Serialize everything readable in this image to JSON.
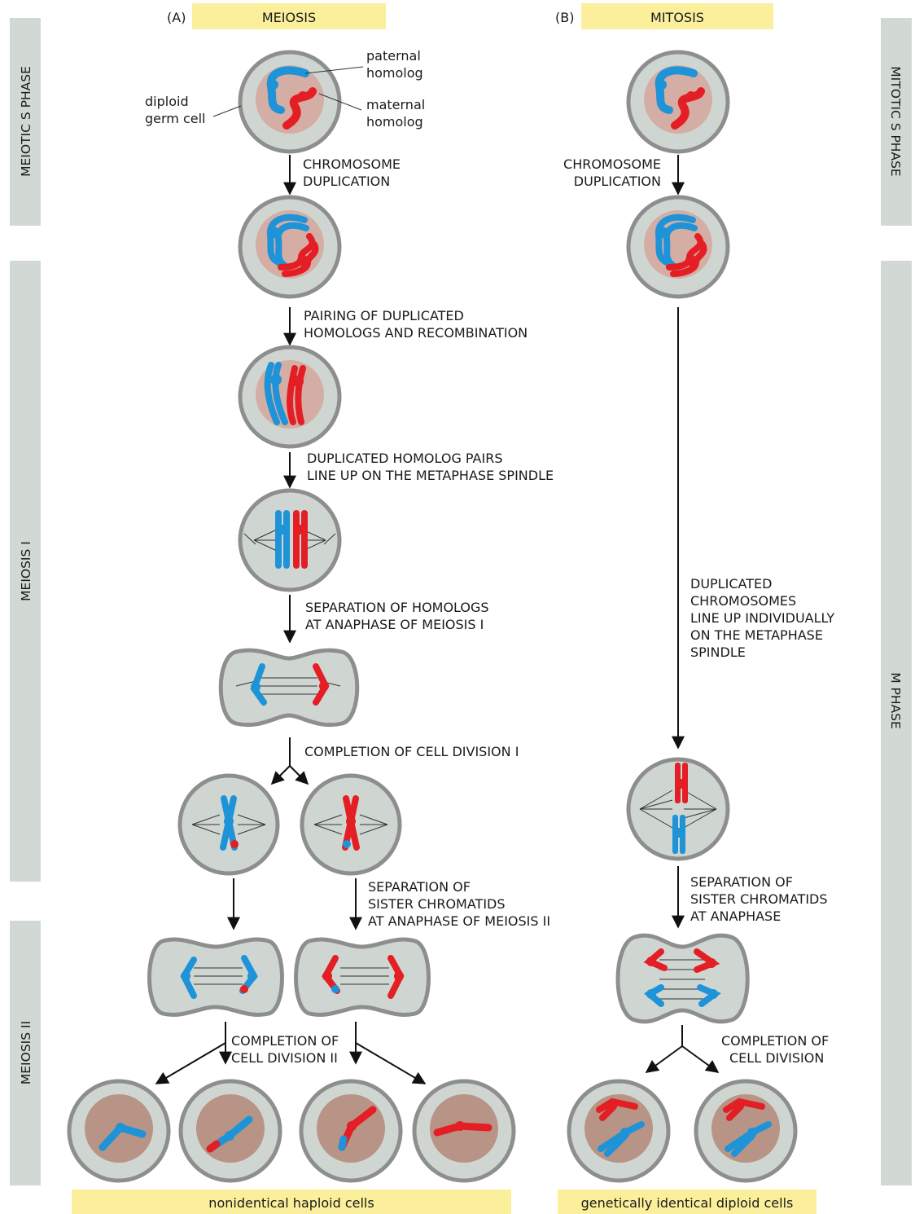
{
  "colors": {
    "cell_fill": "#cfd6d1",
    "cell_outline": "#8e8e8e",
    "nucleus": "#d4aea5",
    "nucleus_dark": "#b89486",
    "paternal_blue": "#1e93d8",
    "maternal_red": "#e31e24",
    "highlight_yellow": "#fbef9b",
    "phase_bar": "#d2d9d4"
  },
  "headers": {
    "a_tag": "(A)",
    "a_title": "MEIOSIS",
    "b_tag": "(B)",
    "b_title": "MITOSIS"
  },
  "phase_bars": {
    "meiotic_s": "MEIOTIC S PHASE",
    "meiosis_1": "MEIOSIS I",
    "meiosis_2": "MEIOSIS II",
    "mitotic_s": "MITOTIC S PHASE",
    "m_phase": "M PHASE"
  },
  "cell_labels": {
    "paternal": [
      "paternal",
      "homolog"
    ],
    "maternal": [
      "maternal",
      "homolog"
    ],
    "germ": [
      "diploid",
      "germ cell"
    ]
  },
  "steps": {
    "meiosis": {
      "dup": [
        "CHROMOSOME",
        "DUPLICATION"
      ],
      "pairing": [
        "PAIRING OF DUPLICATED",
        "HOMOLOGS AND RECOMBINATION"
      ],
      "lineup": [
        "DUPLICATED HOMOLOG PAIRS",
        "LINE UP ON THE METAPHASE SPINDLE"
      ],
      "separation1": [
        "SEPARATION OF HOMOLOGS",
        "AT ANAPHASE OF MEIOSIS I"
      ],
      "division1": "COMPLETION OF CELL DIVISION I",
      "separation2": [
        "SEPARATION OF",
        "SISTER CHROMATIDS",
        "AT ANAPHASE OF MEIOSIS II"
      ],
      "division2": [
        "COMPLETION OF",
        "CELL DIVISION II"
      ]
    },
    "mitosis": {
      "dup": [
        "CHROMOSOME",
        "DUPLICATION"
      ],
      "lineup": [
        "DUPLICATED",
        "CHROMOSOMES",
        "LINE UP INDIVIDUALLY",
        "ON THE METAPHASE",
        "SPINDLE"
      ],
      "separation": [
        "SEPARATION OF",
        "SISTER CHROMATIDS",
        "AT ANAPHASE"
      ],
      "division": [
        "COMPLETION OF",
        "CELL DIVISION"
      ]
    }
  },
  "footers": {
    "meiosis": "nonidentical haploid cells",
    "mitosis": "genetically identical diploid cells"
  }
}
